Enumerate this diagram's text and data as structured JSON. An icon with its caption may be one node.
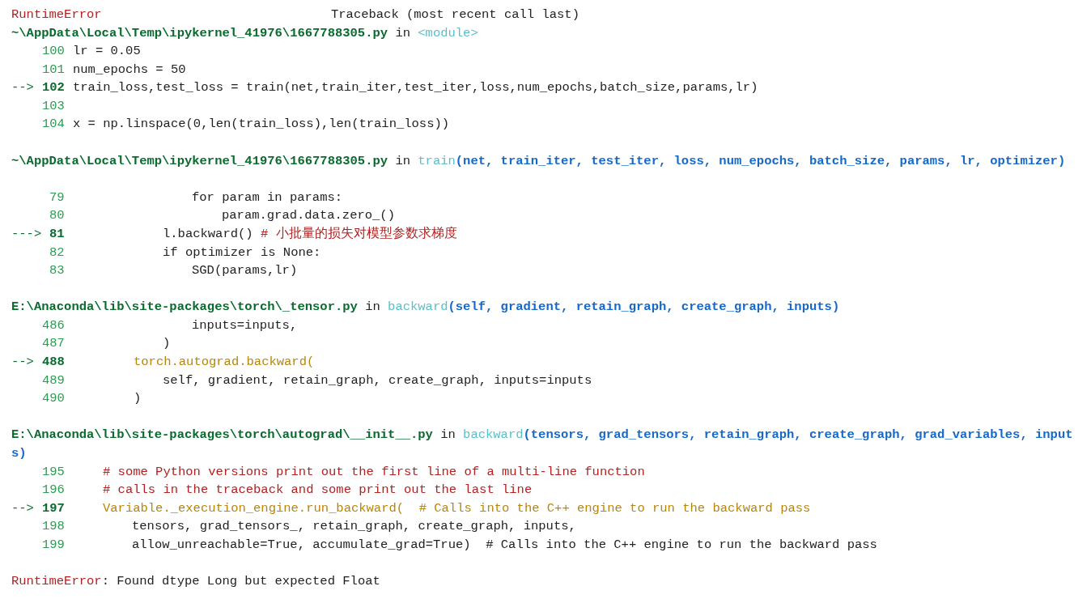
{
  "diagram": {
    "labels": [
      "RuntimeError",
      "Traceback (most recent call last)",
      "~\\AppData\\Local\\Temp\\ipykernel_41976\\1667788305.py",
      "in",
      "<module>",
      "100",
      "lr = 0.05",
      "101",
      "num_epochs = 50",
      "-->",
      "102",
      "train_loss,test_loss = train(net,train_iter,test_iter,loss,num_epochs,batch_size,params,lr)",
      "103",
      "104",
      "x = np.linspace(0,len(train_loss),len(train_loss))",
      "~\\AppData\\Local\\Temp\\ipykernel_41976\\1667788305.py",
      "in",
      "train",
      "(net, train_iter, test_iter, loss, num_epochs, batch_size, params, lr, optimizer)",
      "79",
      "for param in params:",
      "80",
      "param.grad.data.zero_()",
      "--->",
      "81",
      "l.backward()",
      "# 小批量的损失对模型参数求梯度",
      "82",
      "if optimizer is None:",
      "83",
      "SGD(params,lr)",
      "E:\\Anaconda\\lib\\site-packages\\torch\\_tensor.py",
      "in",
      "backward",
      "(self, gradient, retain_graph, create_graph, inputs)",
      "486",
      "inputs=inputs,",
      "487",
      ")",
      "-->",
      "488",
      "torch.autograd.backward(",
      "489",
      "self, gradient, retain_graph, create_graph, inputs=inputs",
      "490",
      ")",
      "E:\\Anaconda\\lib\\site-packages\\torch\\autograd\\__init__.py",
      "in",
      "backward",
      "(tensors, grad_tensors, retain_graph, create_graph, grad_variables, inputs)",
      "195",
      "# some Python versions print out the first line of a multi-line function",
      "196",
      "# calls in the traceback and some print out the last line",
      "-->",
      "197",
      "Variable._execution_engine.run_backward(  # Calls into the C++ engine to run the backward pass",
      "198",
      "tensors, grad_tensors_, retain_graph, create_graph, inputs,",
      "199",
      "allow_unreachable=True, accumulate_grad=True)  # Calls into the C++ engine to run the backward pass",
      "RuntimeError",
      ": Found dtype Long but expected Float"
    ]
  }
}
